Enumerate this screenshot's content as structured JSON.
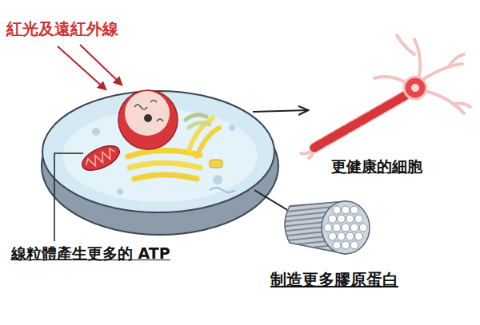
{
  "diagram": {
    "labels": [
      "紅光及遠紅外線",
      "線粒體產生更多的 ATP",
      "更健康的細胞",
      "制造更多膠原蛋白"
    ]
  }
}
